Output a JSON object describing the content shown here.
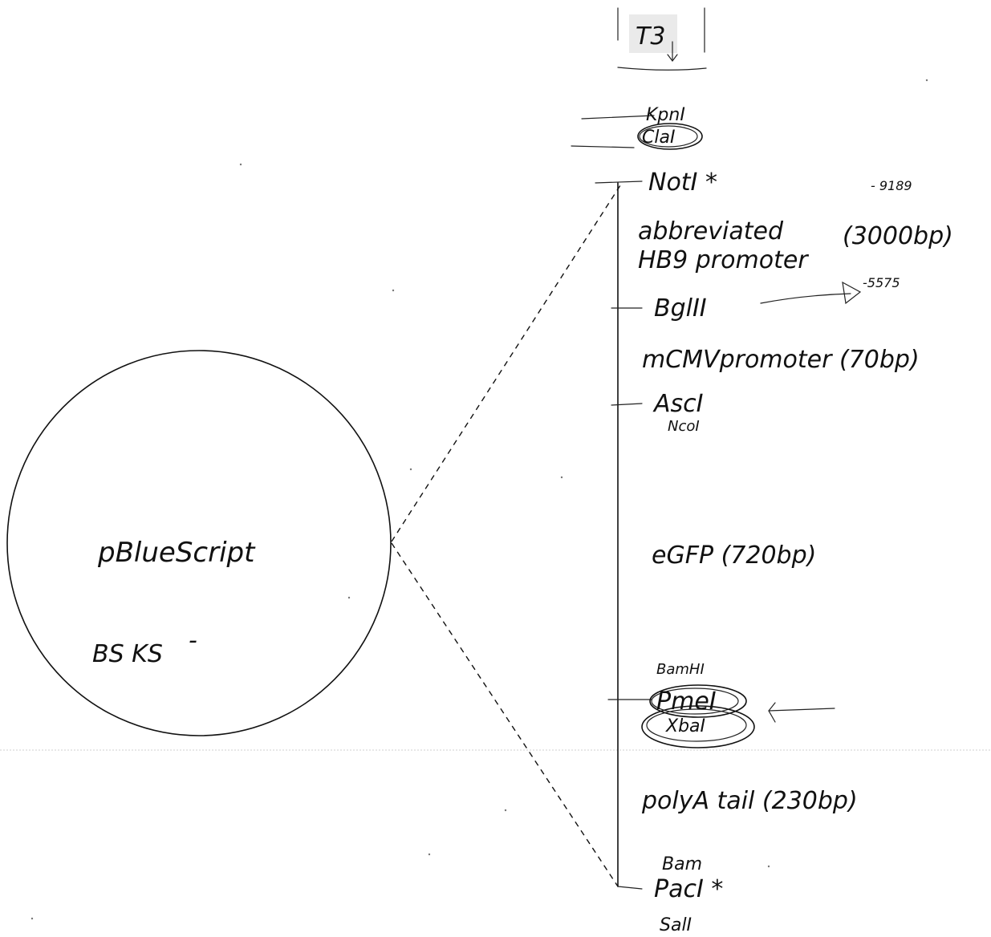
{
  "plasmid": {
    "name": "pBlueScript",
    "variant": "BS KS",
    "variant_suffix": "-"
  },
  "top_box": {
    "label": "T3"
  },
  "cloning_sites": {
    "kpnI": "KpnI",
    "claI": "ClaI",
    "notI": "NotI *",
    "bglII": "BglII",
    "ascI": "AscI",
    "ncoI": "NcoI",
    "bamHI_upper": "BamHI",
    "pmeI": "PmeI",
    "xbaI": "XbaI",
    "bam_lower": "Bam",
    "pacI": "PacI *",
    "salI": "SalI"
  },
  "segments": {
    "promoter_line1": "abbreviated",
    "promoter_line2": "HB9 promoter",
    "promoter_size": "(3000bp)",
    "mcmv": "mCMVpromoter (70bp)",
    "egfp": "eGFP (720bp)",
    "polya": "polyA tail (230bp)"
  },
  "annotations": {
    "pos_notI": "- 9189",
    "pos_bglII": "-5575"
  }
}
